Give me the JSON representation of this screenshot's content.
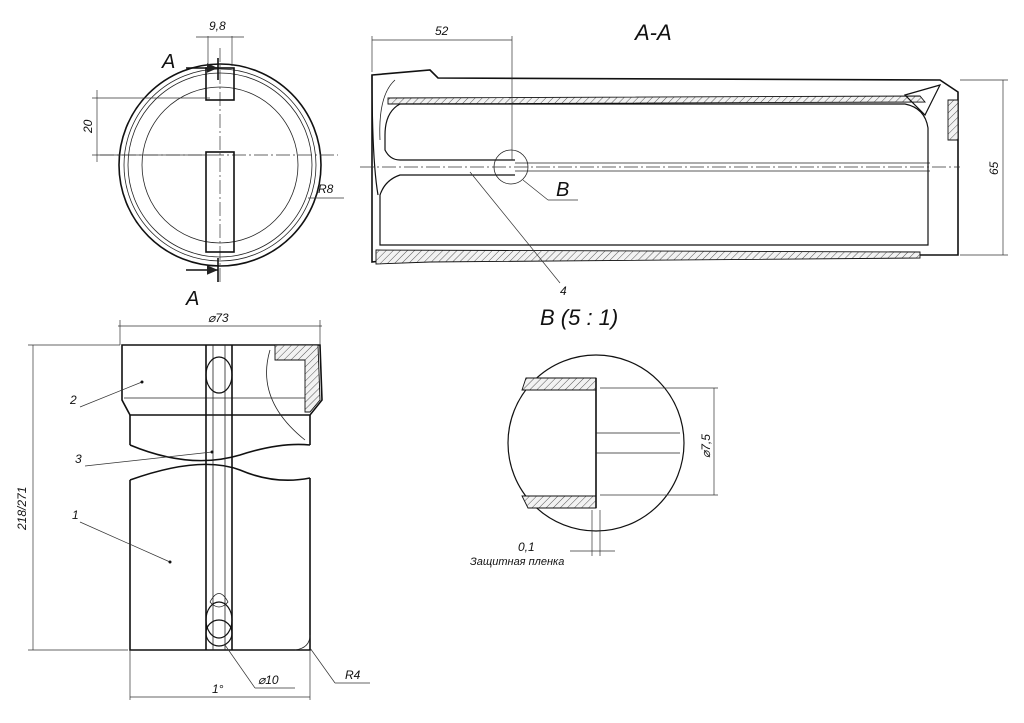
{
  "section_title": "A-A",
  "section_mark_top": "A",
  "section_mark_bottom": "A",
  "detail_title": "B (5 : 1)",
  "detail_mark": "B",
  "top_view": {
    "dim_slot_width": "9,8",
    "dim_vertical": "20",
    "radius": "R8"
  },
  "section_view": {
    "dim_depth": "52",
    "dim_height": "65",
    "part_ref": "4"
  },
  "side_view": {
    "diameter": "⌀73",
    "length": "218/271",
    "pin_diameter": "⌀10",
    "radius": "R4",
    "angle": "1°",
    "part_refs": [
      "2",
      "3",
      "1"
    ]
  },
  "detail_view": {
    "diameter": "⌀7,5",
    "film_thickness": "0,1",
    "film_label": "Защитная пленка"
  }
}
